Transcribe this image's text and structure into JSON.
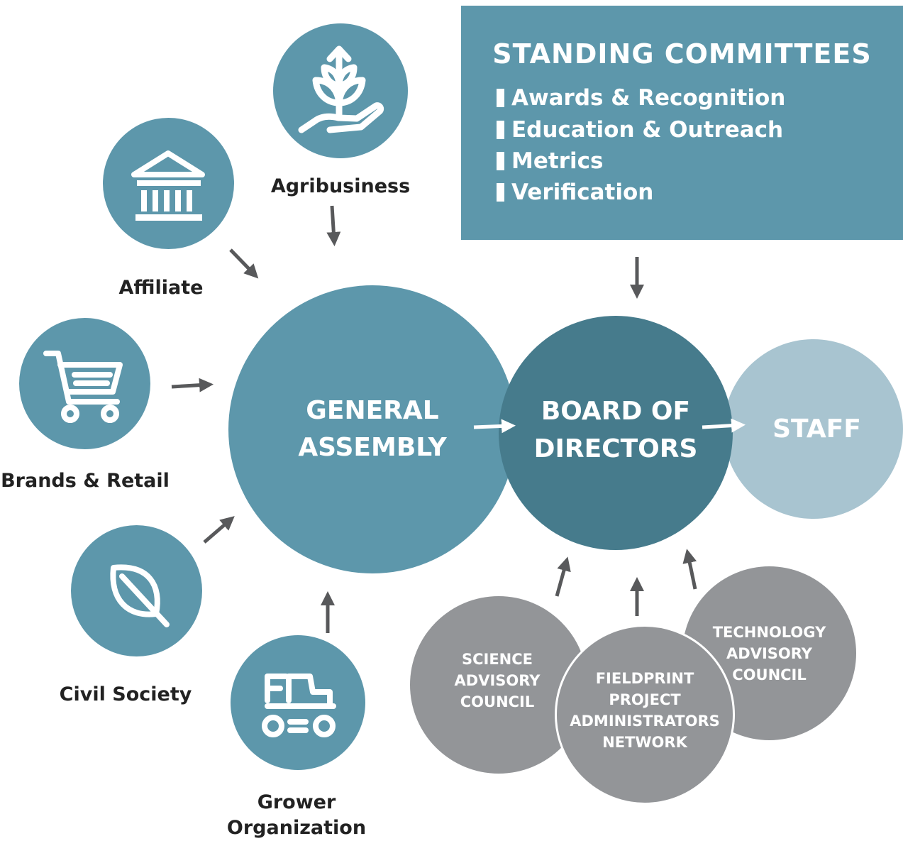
{
  "members": {
    "agribusiness": {
      "label": "Agribusiness",
      "icon": "sprout-in-hand-icon"
    },
    "affiliate": {
      "label": "Affiliate",
      "icon": "institution-building-icon"
    },
    "brands_retail": {
      "label": "Brands & Retail",
      "icon": "shopping-cart-icon"
    },
    "civil_society": {
      "label": "Civil Society",
      "icon": "leaf-icon"
    },
    "grower_organization": {
      "label_line1": "Grower",
      "label_line2": "Organization",
      "icon": "tractor-icon"
    }
  },
  "general_assembly": {
    "line1": "GENERAL",
    "line2": "ASSEMBLY"
  },
  "board": {
    "line1": "BOARD OF",
    "line2": "DIRECTORS"
  },
  "staff": {
    "label": "STAFF"
  },
  "committees": {
    "title": "STANDING COMMITTEES",
    "items": [
      "Awards & Recognition",
      "Education & Outreach",
      "Metrics",
      "Verification"
    ]
  },
  "councils": {
    "science": {
      "line1": "SCIENCE",
      "line2": "ADVISORY",
      "line3": "COUNCIL"
    },
    "fieldprint": {
      "line1": "FIELDPRINT",
      "line2": "PROJECT",
      "line3": "ADMINISTRATORS",
      "line4": "NETWORK"
    },
    "technology": {
      "line1": "TECHNOLOGY",
      "line2": "ADVISORY",
      "line3": "COUNCIL"
    }
  },
  "colors": {
    "teal": "#5d97ab",
    "dark_teal": "#467b8c",
    "light_blue": "#a8c4d0",
    "gray": "#939598",
    "arrow": "#58595b"
  }
}
